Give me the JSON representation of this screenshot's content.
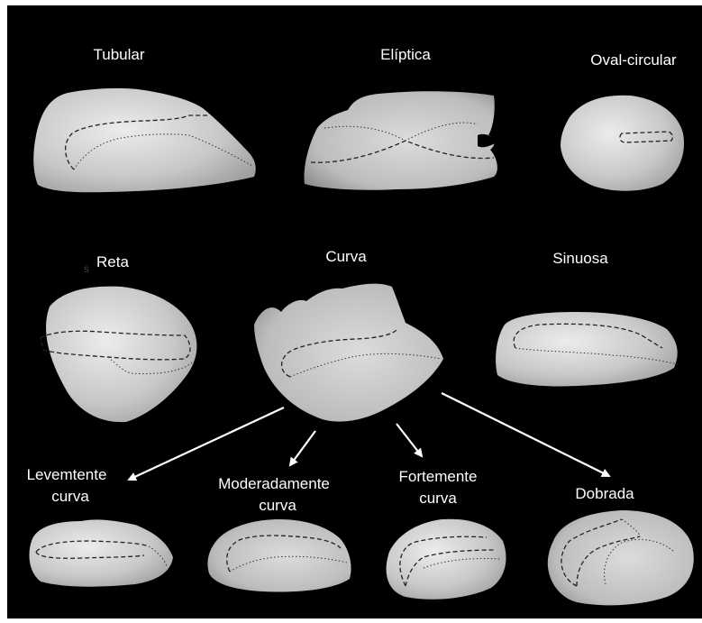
{
  "colors": {
    "background": "#000000",
    "otolith_light": "#e6e6e6",
    "otolith_dark": "#8f8f8f",
    "label": "#ffffff"
  },
  "row1": {
    "tubular": "Tubular",
    "eliptica": "Elíptica",
    "oval_circular": "Oval-circular"
  },
  "row2": {
    "reta": "Reta",
    "curva": "Curva",
    "sinuosa": "Sinuosa"
  },
  "row3": {
    "levemente_line1": "Levemtente",
    "levemente_line2": "curva",
    "moderadamente_line1": "Moderadamente",
    "moderadamente_line2": "curva",
    "fortemente_line1": "Fortemente",
    "fortemente_line2": "curva",
    "dobrada": "Dobrada"
  },
  "stray_mark": "s"
}
